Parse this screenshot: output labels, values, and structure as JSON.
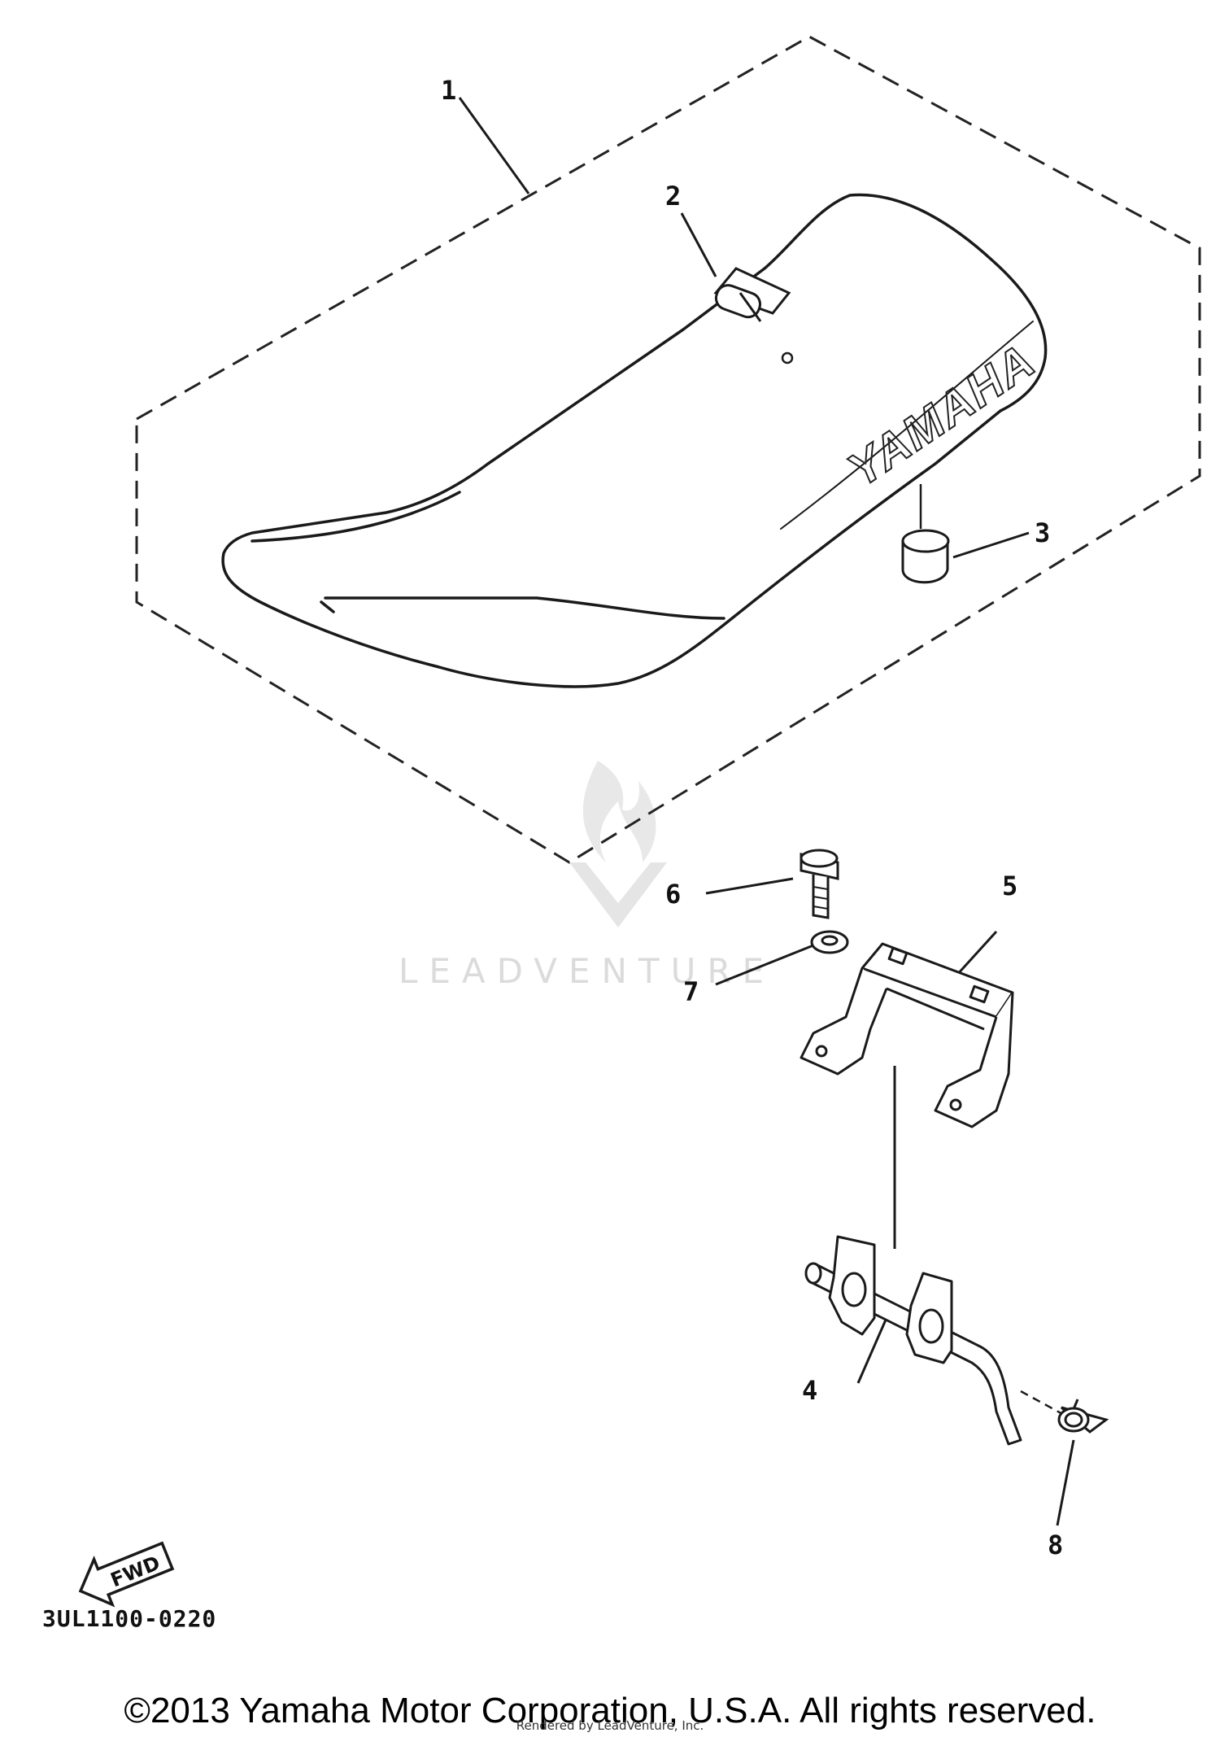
{
  "diagram": {
    "part_code": "3UL1100-0220",
    "seat_logo_text": "YAMAHA",
    "fwd_label": "FWD",
    "watermark_text": "LEADVENTURE",
    "callouts": [
      {
        "id": "1",
        "label": "1"
      },
      {
        "id": "2",
        "label": "2"
      },
      {
        "id": "3",
        "label": "3"
      },
      {
        "id": "4",
        "label": "4"
      },
      {
        "id": "5",
        "label": "5"
      },
      {
        "id": "6",
        "label": "6"
      },
      {
        "id": "7",
        "label": "7"
      },
      {
        "id": "8",
        "label": "8"
      }
    ]
  },
  "footer": {
    "copyright": "©2013 Yamaha Motor Corporation, U.S.A. All rights reserved.",
    "rendered_by": "Rendered by LeadVenture, Inc."
  }
}
